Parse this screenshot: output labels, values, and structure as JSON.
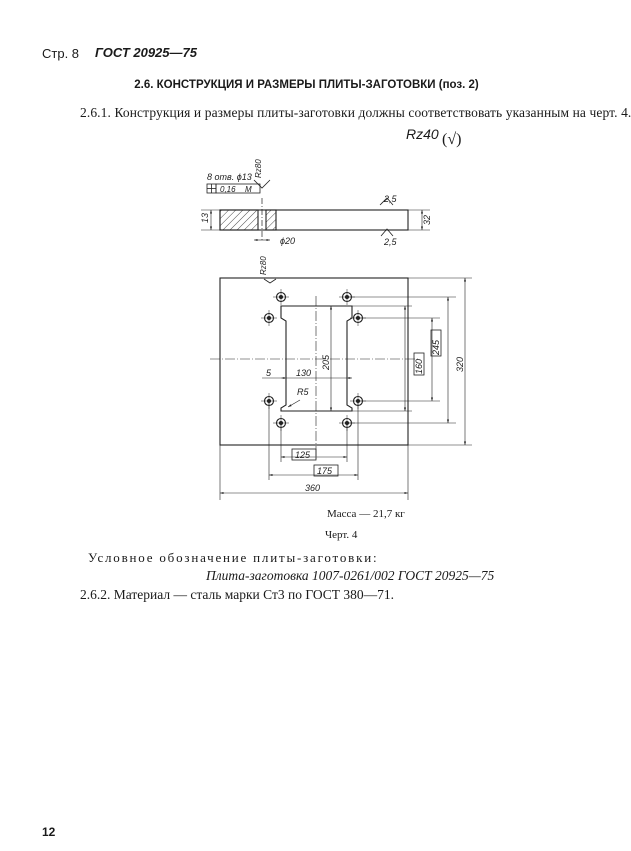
{
  "header": {
    "page_label": "Стр. 8",
    "gost": "ГОСТ 20925—75"
  },
  "section": {
    "title": "2.6. КОНСТРУКЦИЯ И РАЗМЕРЫ ПЛИТЫ-ЗАГОТОВКИ (поз. 2)",
    "para_1": "2.6.1. Конструкция и размеры плиты-заготовки должны соответствовать указанным на черт. 4.",
    "roughness": "Rz40",
    "roughness_symbol": "(√)"
  },
  "drawing": {
    "holes_note": "8 отв. ϕ13",
    "position_tolerance": "0,16",
    "modifier": "M",
    "rz_top": "Rz80",
    "rz_left": "Rz80",
    "dim_13": "13",
    "dim_20": "ϕ20",
    "dim_32": "32",
    "chamfer_top": "2,5",
    "chamfer_bottom": "2,5",
    "dim_5": "5",
    "dim_130": "130",
    "dim_r5": "R5",
    "dim_205": "205",
    "dim_160": "160",
    "dim_245": "245",
    "dim_320": "320",
    "dim_125": "125",
    "dim_175": "175",
    "dim_360": "360"
  },
  "mass": "Масса — 21,7 кг",
  "figure": "Черт. 4",
  "designation": {
    "label": "Условное обозначение плиты-заготовки:",
    "value": "Плита-заготовка 1007-0261/002 ГОСТ 20925—75"
  },
  "para_2": "2.6.2. Материал — сталь марки Ст3 по ГОСТ 380—71.",
  "footer": {
    "page_number": "12"
  }
}
